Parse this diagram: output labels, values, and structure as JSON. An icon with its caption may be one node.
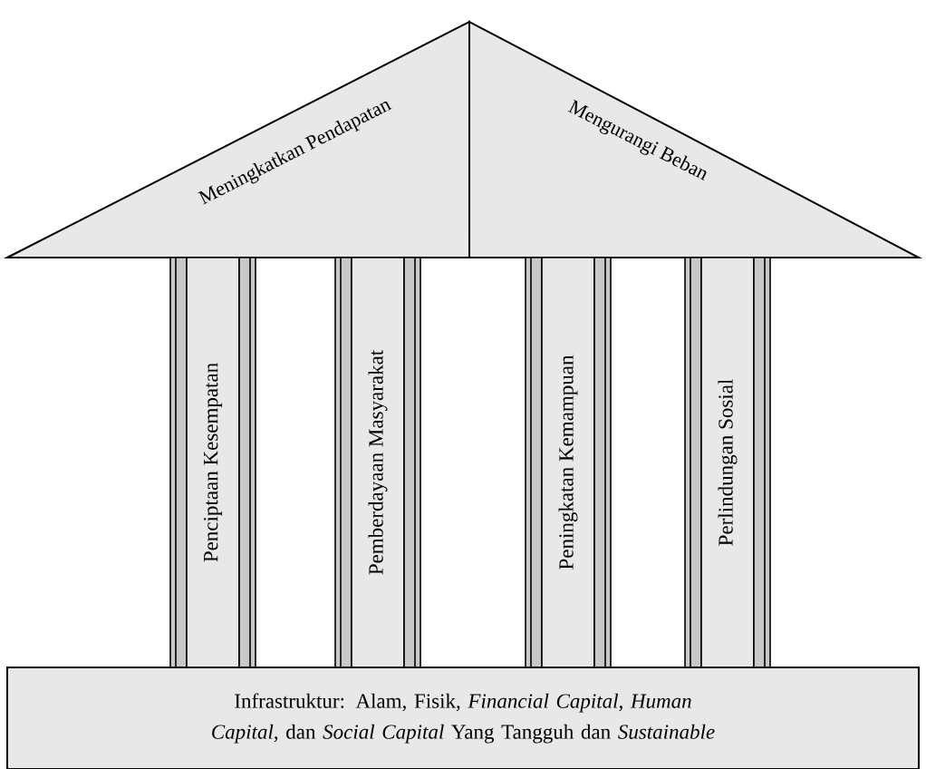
{
  "diagram": {
    "nodes": [
      {
        "text": [
          "Meningkatkan Pendapatan"
        ]
      },
      {
        "text": [
          "Mengurangi Beban"
        ]
      },
      {
        "text": [
          "Penciptaan Kesempatan"
        ]
      },
      {
        "text": [
          "Pemberdayaan Masyarakat"
        ]
      },
      {
        "text": [
          "Peningkatan Kemampuan"
        ]
      },
      {
        "text": [
          "Perlindungan Sosial"
        ]
      },
      {
        "text": [
          "Infrastruktur: Alam, Fisik, *Financial Capital*, *Human Capital*, dan *Social Capital* Yang Tangguh dan *Sustainable*"
        ]
      }
    ]
  }
}
